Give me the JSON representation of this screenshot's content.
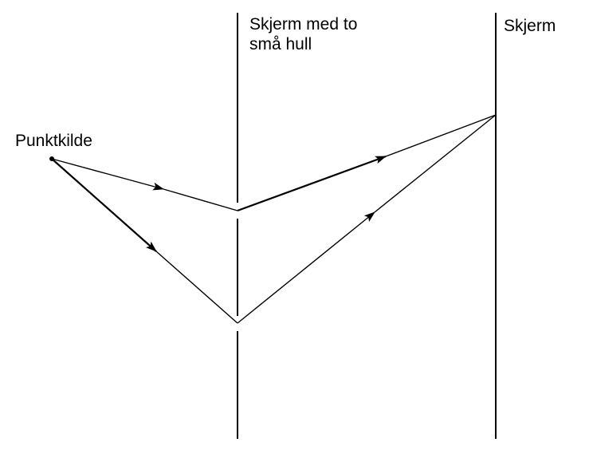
{
  "labels": {
    "source": "Punktkilde",
    "slit_screen_line1": "Skjerm med to",
    "slit_screen_line2": "små hull",
    "screen": "Skjerm"
  },
  "colors": {
    "stroke": "#000000",
    "background": "#ffffff"
  }
}
